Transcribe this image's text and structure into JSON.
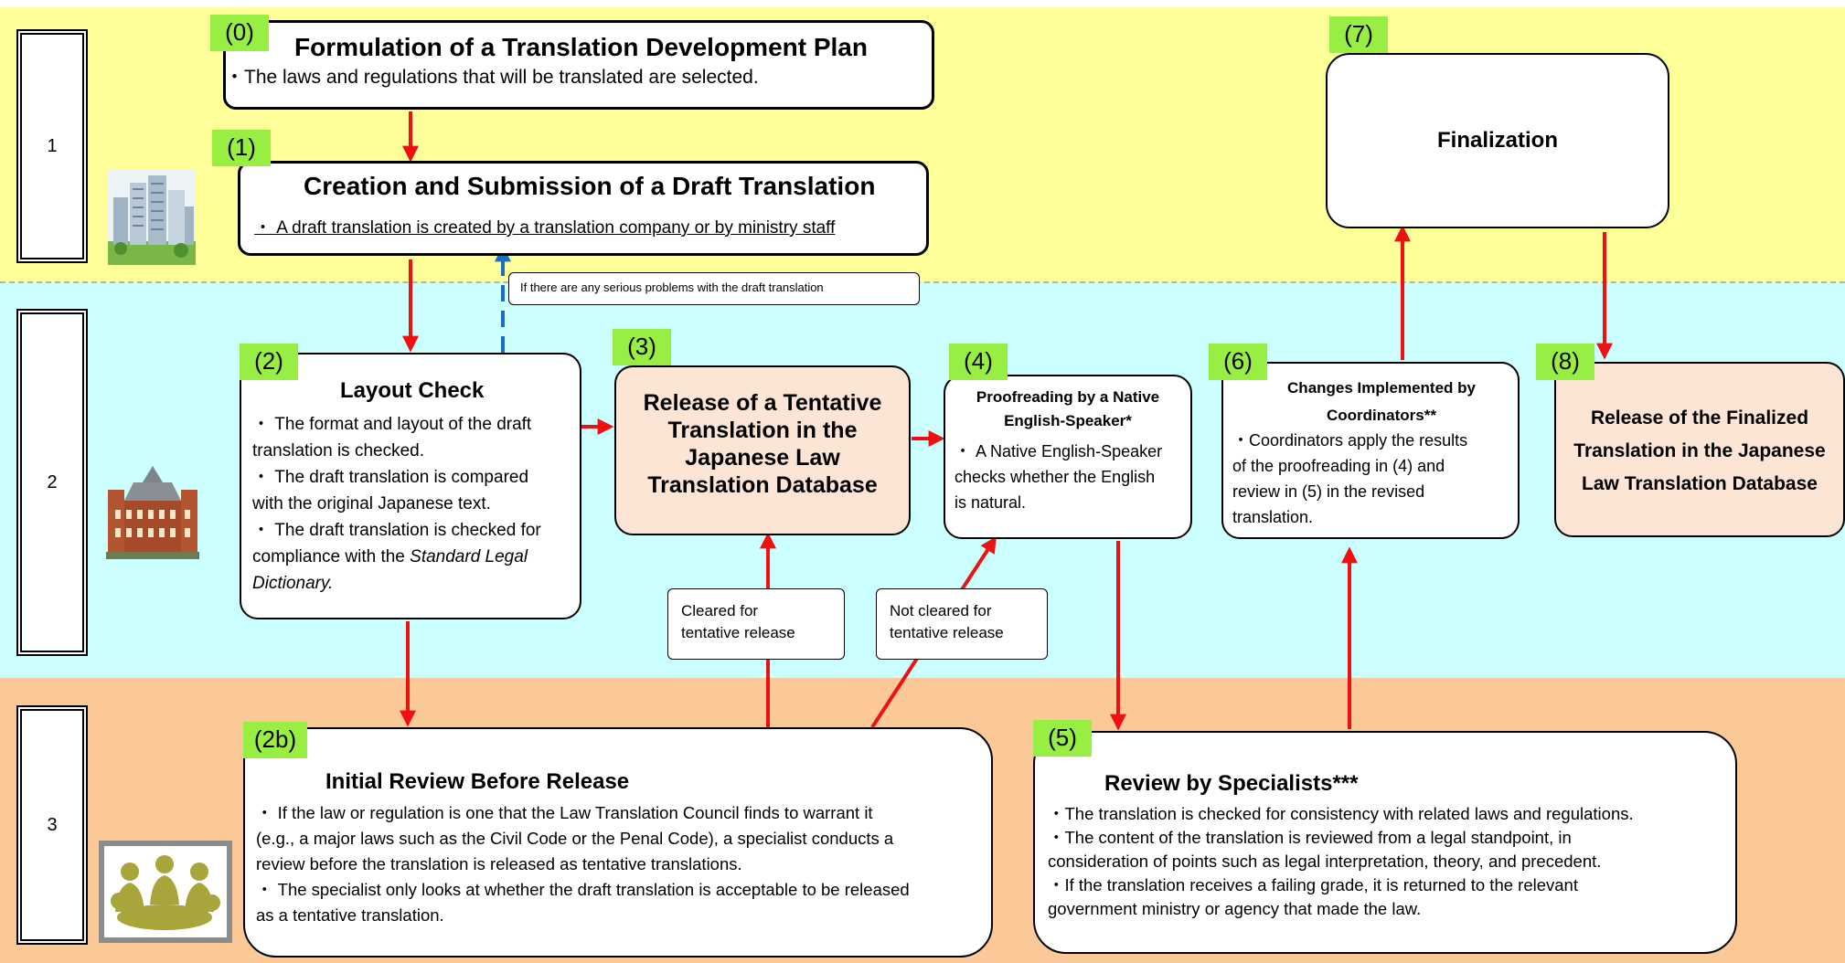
{
  "lanes": [
    "1",
    "2",
    "3"
  ],
  "steps": {
    "s0": {
      "tag": "(0)",
      "title": "Formulation of a Translation Development Plan",
      "lines": [
        "・The laws and regulations that will be translated are selected."
      ]
    },
    "s1": {
      "tag": "(1)",
      "title": "Creation and Submission of a Draft Translation",
      "lines": [
        "・ A draft translation is created by a translation company or by  ministry staff"
      ]
    },
    "s2": {
      "tag": "(2)",
      "title": "Layout Check",
      "lines": [
        "・ The format and layout of the draft",
        "translation is checked.",
        "・ The draft translation is compared",
        "with the original Japanese text.",
        "・ The draft translation is checked for",
        "compliance with the ",
        "Standard Legal",
        "Dictionary."
      ]
    },
    "s2b": {
      "tag": "(2b)",
      "title": "Initial Review Before Release",
      "lines": [
        "・ If the law or regulation is one that the Law Translation Council finds to warrant it",
        "(e.g., a major laws such as the Civil Code or the Penal Code), a specialist conducts a",
        "review before the translation is released as tentative translations.",
        "・ The specialist only looks at whether the draft translation is acceptable to be released",
        "as a tentative translation."
      ]
    },
    "s3": {
      "tag": "(3)",
      "title_lines": [
        "Release of a Tentative",
        "Translation  in the",
        "Japanese Law",
        "Translation  Database"
      ]
    },
    "s4": {
      "tag": "(4)",
      "title_lines": [
        "Proofreading by a Native",
        "English-Speaker*"
      ],
      "lines": [
        "・ A Native English-Speaker",
        "checks whether the English",
        "is natural."
      ]
    },
    "s5": {
      "tag": "(5)",
      "title": "Review by Specialists***",
      "lines": [
        "・The translation is checked for consistency with related laws and regulations.",
        "・The content of the translation is reviewed from a legal standpoint, in",
        "consideration of points such as legal interpretation, theory, and precedent.",
        "・If the translation receives a failing grade, it is returned to the relevant",
        "government ministry or agency that made the law."
      ]
    },
    "s6": {
      "tag": "(6)",
      "title_lines": [
        "Changes Implemented by",
        "Coordinators**"
      ],
      "lines": [
        "・Coordinators apply the results",
        "of the proofreading  in (4) and",
        "review in (5) in the revised",
        "translation."
      ]
    },
    "s7": {
      "tag": "(7)",
      "title": "Finalization"
    },
    "s8": {
      "tag": "(8)",
      "title_lines": [
        "Release of the Finalized",
        "Translation in the Japanese",
        "Law Translation Database"
      ]
    }
  },
  "notes": {
    "serious": "If there are any serious problems with the draft translation",
    "cleared": [
      "Cleared for",
      "tentative release"
    ],
    "not_cleared": [
      "Not cleared for",
      "tentative release"
    ]
  },
  "colors": {
    "lane1": "#ffff99",
    "lane2": "#ccffff",
    "lane3": "#fbc998",
    "tag": "#99ee44",
    "peach_box": "#fde5d6",
    "arrow": "#ee1111",
    "return_arrow": "#1a6fc4"
  },
  "icons": [
    "office-buildings-icon",
    "ministry-building-icon",
    "meeting-people-icon"
  ]
}
